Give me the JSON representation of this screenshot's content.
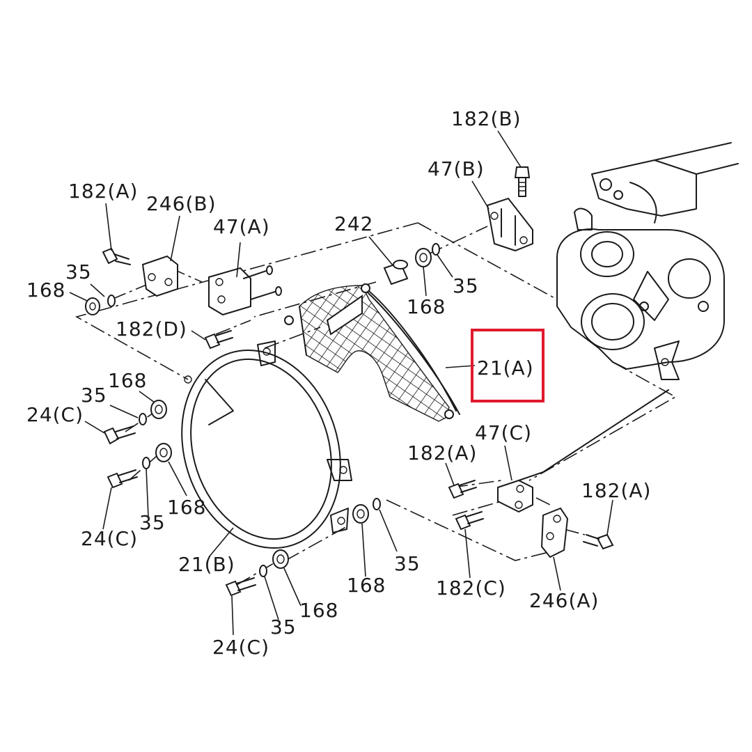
{
  "labels": {
    "l_182B": "182(B)",
    "l_47B": "47(B)",
    "l_182A_tl": "182(A)",
    "l_246B": "246(B)",
    "l_47A": "47(A)",
    "l_242": "242",
    "l_35_tl": "35",
    "l_168_tl": "168",
    "l_35_top": "35",
    "l_168_top": "168",
    "l_182D": "182(D)",
    "l_21A": "21(A)",
    "l_168_ml": "168",
    "l_35_ml": "35",
    "l_24C_ml": "24(C)",
    "l_168_ml2": "168",
    "l_35_ml2": "35",
    "l_24C_ml2": "24(C)",
    "l_21B": "21(B)",
    "l_168_bc": "168",
    "l_35_bc": "35",
    "l_24C_bc": "24(C)",
    "l_168_br": "168",
    "l_35_br": "35",
    "l_47C": "47(C)",
    "l_182A_mr": "182(A)",
    "l_182A_r": "182(A)",
    "l_182C": "182(C)",
    "l_246A": "246(A)"
  },
  "highlight": {
    "target": "21(A)",
    "color": "#e0192d"
  }
}
